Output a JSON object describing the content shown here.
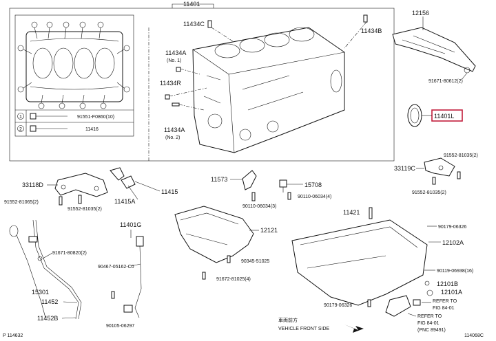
{
  "labels": {
    "block": "11401",
    "cover": "12156",
    "stud_top": "11434C",
    "pin_topright": "11434B",
    "pin_a": "11434A",
    "no1": "(No. 1)",
    "pin_r": "11434R",
    "pin_a2": "11434A",
    "no2": "(No. 2)",
    "cover_bolt": "91671-80612(2)",
    "seal": "11401L",
    "legend_bolt_1": "91551-F0860(10)",
    "legend_bolt_2": "11416",
    "legend_num_1": "1",
    "legend_num_2": "2",
    "bracket_left": "33118D",
    "bolt_left_a": "91552-81065(2)",
    "bolt_left_b": "91552-81035(2)",
    "bracket_left_b": "11415A",
    "bracket_left_c": "11415",
    "gauge_part": "11573",
    "sensor_part": "15708",
    "bolt_mid_a": "90110-06034(3)",
    "bolt_mid_b": "90110-06034(4)",
    "bracket_right": "33119C",
    "bolt_right_a": "91552-81035(2)",
    "bolt_right_b": "91552-81035(2)",
    "guide_part": "11401G",
    "bolt_guide_a": "91671-80820(2)",
    "plug_a": "90467-05162-C0",
    "gauge_bottom_a": "15301",
    "gauge_bottom_b": "11452",
    "gauge_bottom_c": "11452B",
    "bolt_bottom": "90105-06297",
    "pan_upper": "12121",
    "bolt_pan_a": "90345-51025",
    "bolt_pan_b": "91672-81025(4)",
    "stud_pan": "11421",
    "bolt_pan_c": "90179-06326",
    "pan_lower": "12102A",
    "bolt_pan_d": "90119-06938(16)",
    "drain_b": "12101B",
    "drain_a": "12101A",
    "bolt_pan_e": "90179-06326",
    "refer_1_a": "REFER TO",
    "refer_1_b": "FIG 84-01",
    "refer_2_a": "REFER TO",
    "refer_2_b": "FIG 84-01",
    "refer_2_c": "(PNC 89491)",
    "front_jp": "車両前方",
    "front_en": "VEHICLE FRONT SIDE",
    "code_left": "P 114632",
    "code_right": "114068C"
  }
}
